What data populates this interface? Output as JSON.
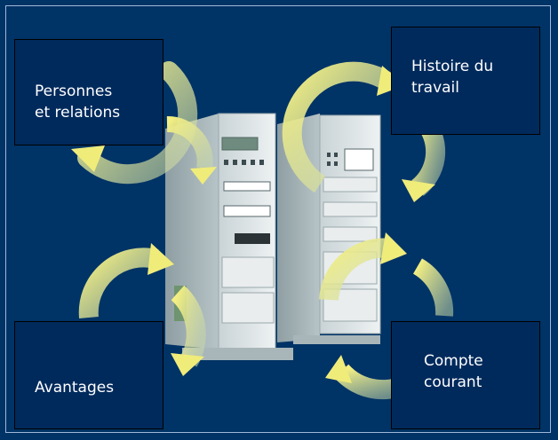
{
  "diagram": {
    "background_color": "#003366",
    "arrow_color": "#f0ec7a",
    "box_color": "#002a5c",
    "boxes": [
      {
        "id": "personnes",
        "lines": [
          "Personnes",
          "et relations"
        ]
      },
      {
        "id": "histoire",
        "lines": [
          "Histoire du",
          "travail"
        ]
      },
      {
        "id": "avantages",
        "lines": [
          "Avantages"
        ]
      },
      {
        "id": "compte",
        "lines": [
          "Compte",
          "courant"
        ]
      }
    ],
    "center_image": "server-cabinet-icon"
  }
}
